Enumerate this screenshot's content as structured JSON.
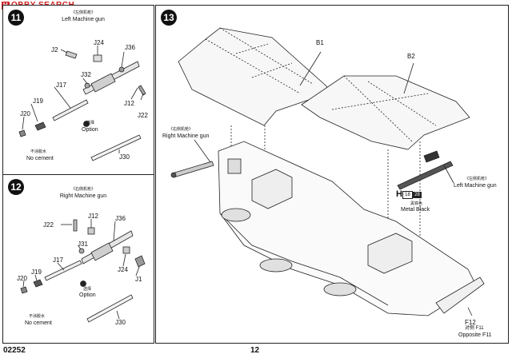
{
  "watermark": {
    "badge": "H",
    "text": "OBBY SEARCH"
  },
  "footer": {
    "catalog_no": "02252",
    "page_no": "12"
  },
  "step11": {
    "number": "11",
    "title_cn": "《左侧机枪》",
    "title": "Left Machine gun",
    "parts": {
      "j2": "J2",
      "j24": "J24",
      "j36": "J36",
      "j32": "J32",
      "j17": "J17",
      "j19": "J19",
      "j20": "J20",
      "j12": "J12",
      "j22": "J22",
      "j30": "J30"
    },
    "option_cn": "选择",
    "option": "Option",
    "no_cement_cn": "不涂胶水",
    "no_cement": "No cement"
  },
  "step12": {
    "number": "12",
    "title_cn": "《右侧机枪》",
    "title": "Right Machine gun",
    "parts": {
      "j22": "J22",
      "j12": "J12",
      "j36": "J36",
      "j31": "J31",
      "j17": "J17",
      "j24": "J24",
      "j1": "J1",
      "j19": "J19",
      "j20": "J20",
      "j30": "J30"
    },
    "option_cn": "选择",
    "option": "Option",
    "no_cement_cn": "不涂胶水",
    "no_cement": "No cement"
  },
  "step13": {
    "number": "13",
    "parts": {
      "b1": "B1",
      "b2": "B2",
      "f12": "F12"
    },
    "right_gun_cn": "《右侧机枪》",
    "right_gun": "Right Machine gun",
    "left_gun_cn": "《左侧机枪》",
    "left_gun": "Left Machine gun",
    "paint": {
      "code": "H",
      "box1": "18",
      "box2": "28",
      "cn": "黑铁色",
      "label": "Metal  Black"
    },
    "opposite_cn": "对侧  F11",
    "opposite": "Opposite F11"
  }
}
